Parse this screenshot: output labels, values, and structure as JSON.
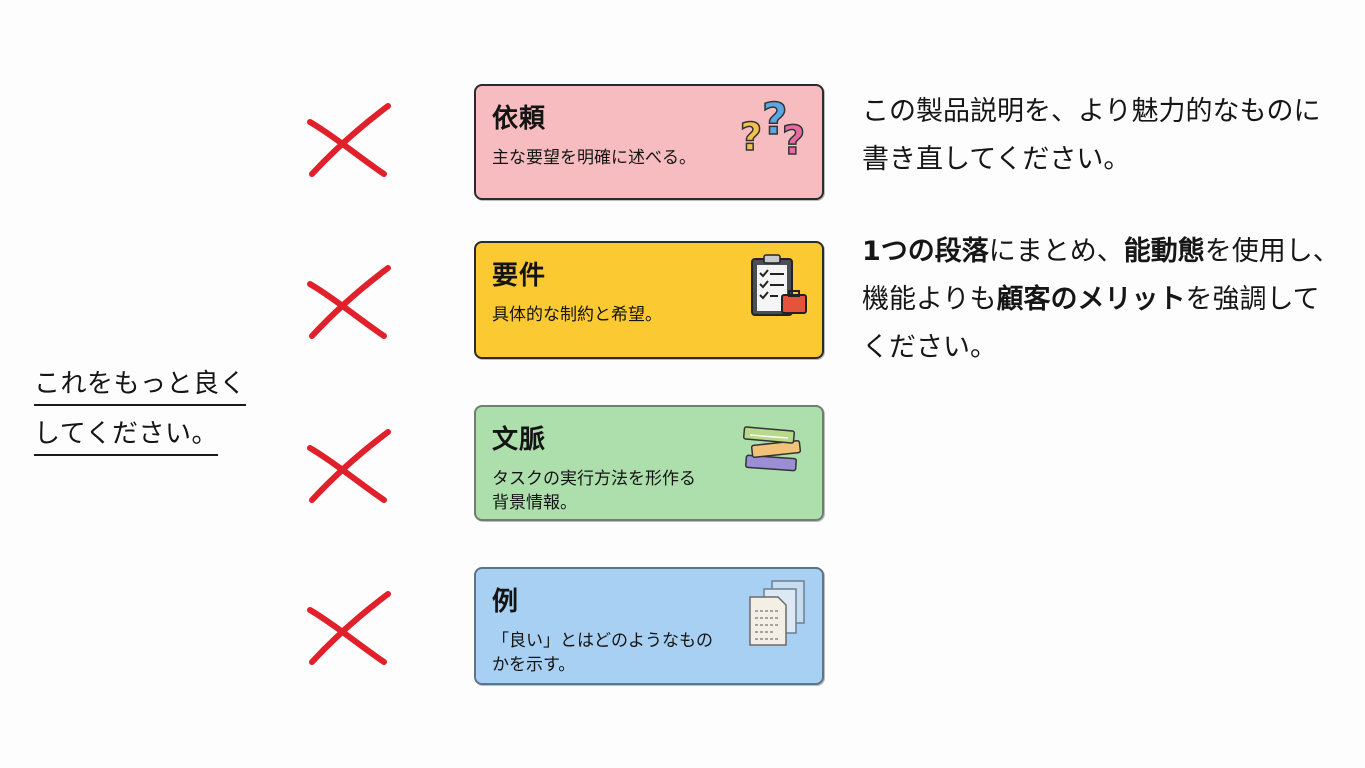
{
  "left_prompt": {
    "line1": "これをもっと良く",
    "line2": "してください。"
  },
  "cards": [
    {
      "title": "依頼",
      "description": "主な要望を明確に述べる。",
      "icon": "question-marks-icon",
      "color": "#f6bcc0"
    },
    {
      "title": "要件",
      "description": "具体的な制約と希望。",
      "icon": "clipboard-checklist-icon",
      "color": "#fbca33"
    },
    {
      "title": "文脈",
      "description": "タスクの実行方法を形作る\n背景情報。",
      "icon": "book-stack-icon",
      "color": "#acdfac"
    },
    {
      "title": "例",
      "description": "「良い」とはどのようなもの\nかを示す。",
      "icon": "documents-icon",
      "color": "#a8d0f3"
    }
  ],
  "cross_marks": [
    "cross-icon",
    "cross-icon",
    "cross-icon",
    "cross-icon"
  ],
  "cross_color": "#e0202a",
  "right_text": {
    "paragraph1": "この製品説明を、より魅力的なものに書き直してください。",
    "paragraph2": {
      "s1": "1つの段落",
      "s2": "にまとめ、",
      "s3": "能動態",
      "s4": "を使用し、機能よりも",
      "s5": "顧客のメリット",
      "s6": "を強調してください。"
    }
  }
}
